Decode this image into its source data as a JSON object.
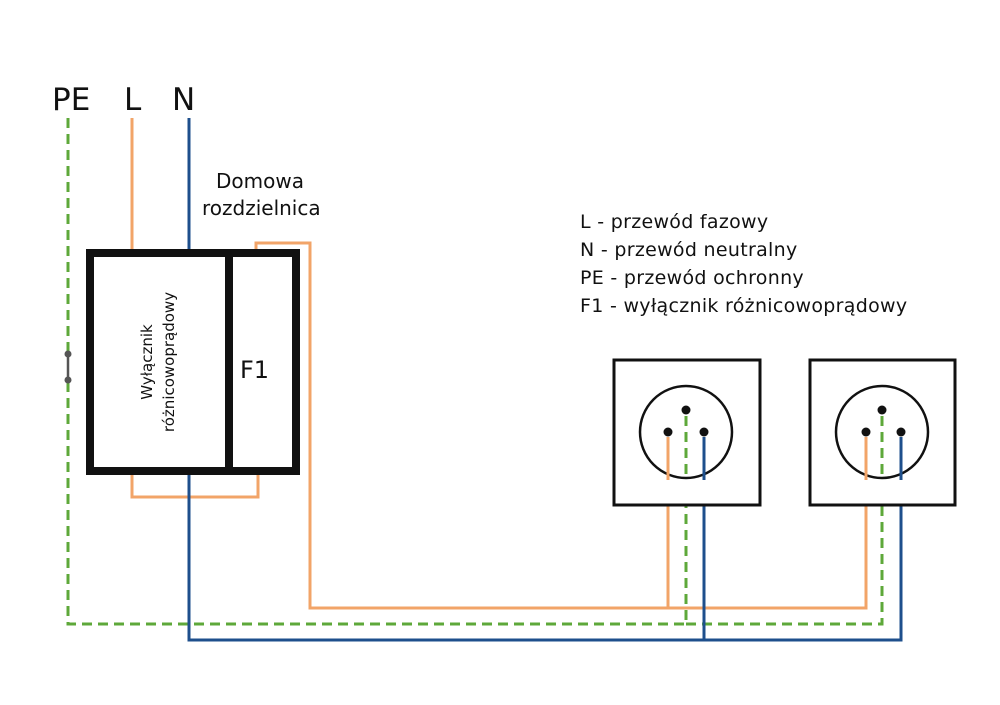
{
  "terminals": {
    "pe": "PE",
    "l": "L",
    "n": "N"
  },
  "distribution_board": {
    "line1": "Domowa",
    "line2": "rozdzielnica"
  },
  "rcd_block": {
    "line1": "Wyłącznik",
    "line2": "różnicowoprądowy",
    "designation": "F1"
  },
  "legend": [
    "L - przewód fazowy",
    "N - przewód neutralny",
    "PE - przewód ochronny",
    "F1 - wyłącznik różnicowoprądowy"
  ],
  "colors": {
    "phase_wire": "#f2a468",
    "neutral_wire": "#1e4f8c",
    "protective_wire": "#5ea83a",
    "outline": "#111111"
  }
}
